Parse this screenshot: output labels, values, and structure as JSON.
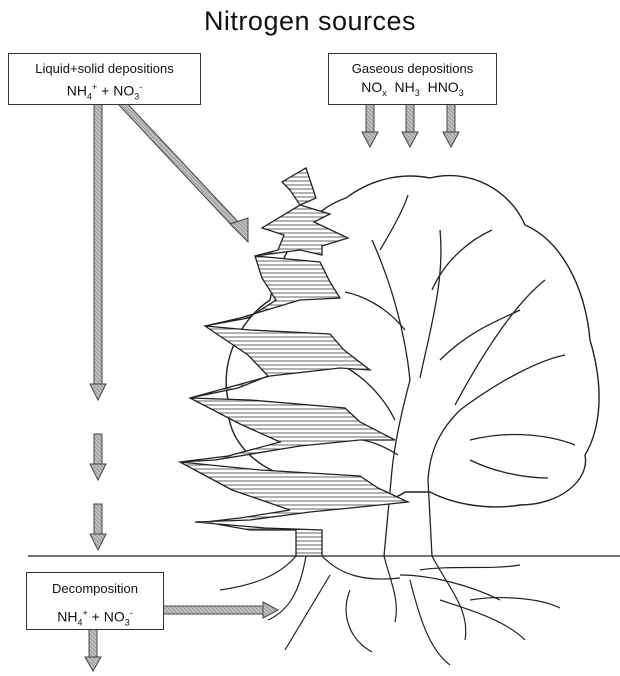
{
  "title": "Nitrogen sources",
  "liquid_box": {
    "heading": "Liquid+solid depositions",
    "nh4": "NH",
    "nh4_sub": "4",
    "nh4_sup": "+",
    "plus": "+",
    "no3": "NO",
    "no3_sub": "3",
    "no3_sup": "-"
  },
  "gas_box": {
    "heading": "Gaseous depositions",
    "nox": "NO",
    "nox_sub": "x",
    "nh3": "NH",
    "nh3_sub": "3",
    "hno3": "HNO",
    "hno3_sub": "3"
  },
  "decomp_box": {
    "heading": "Decomposition",
    "nh4": "NH",
    "nh4_sub": "4",
    "nh4_sup": "+",
    "plus": "+",
    "no3": "NO",
    "no3_sub": "3",
    "no3_sup": "-"
  }
}
